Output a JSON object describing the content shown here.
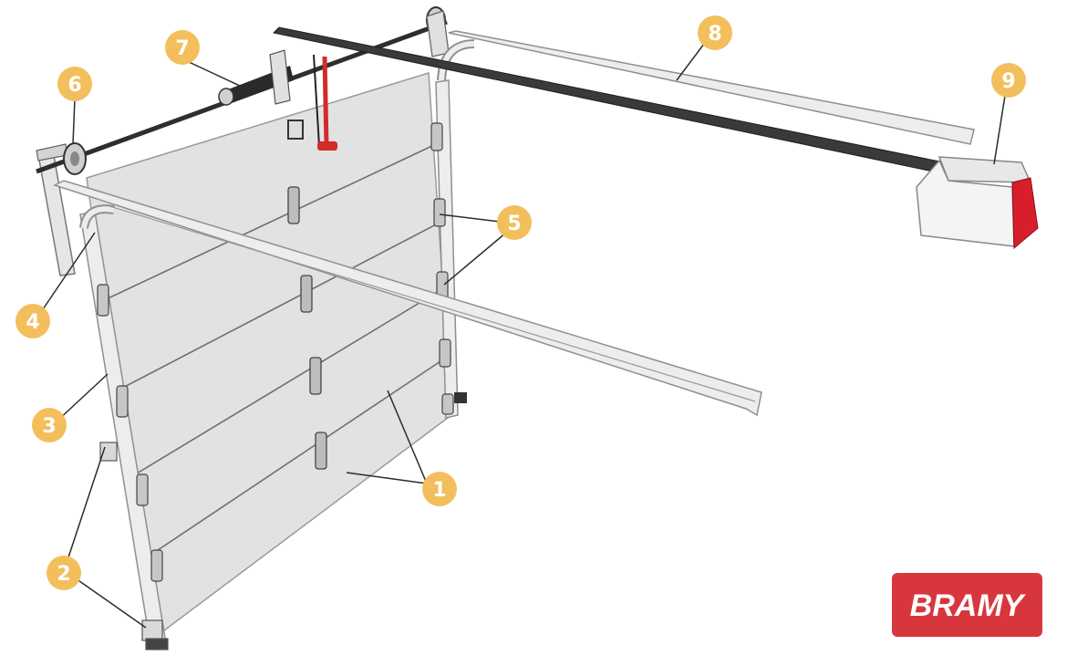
{
  "diagram": {
    "colors": {
      "panel": "#e2e2e2",
      "track": "#ececec",
      "track_stroke": "#8f8f8f",
      "shaft": "#3a3a3a",
      "callout_fill": "#f3bf5c",
      "callout_text": "#ffffff",
      "leader": "#2b2b2b",
      "release_handle": "#d32a2a",
      "opener_body": "#f4f4f4",
      "opener_accent": "#d81e2b"
    },
    "callouts": [
      {
        "id": "callout-1",
        "label": "1"
      },
      {
        "id": "callout-2",
        "label": "2"
      },
      {
        "id": "callout-3",
        "label": "3"
      },
      {
        "id": "callout-4",
        "label": "4"
      },
      {
        "id": "callout-5",
        "label": "5"
      },
      {
        "id": "callout-6",
        "label": "6"
      },
      {
        "id": "callout-7",
        "label": "7"
      },
      {
        "id": "callout-8",
        "label": "8"
      },
      {
        "id": "callout-9",
        "label": "9"
      }
    ]
  },
  "brand": {
    "name": "BRAMY",
    "color": "#d8363d",
    "text_color": "#ffffff"
  }
}
